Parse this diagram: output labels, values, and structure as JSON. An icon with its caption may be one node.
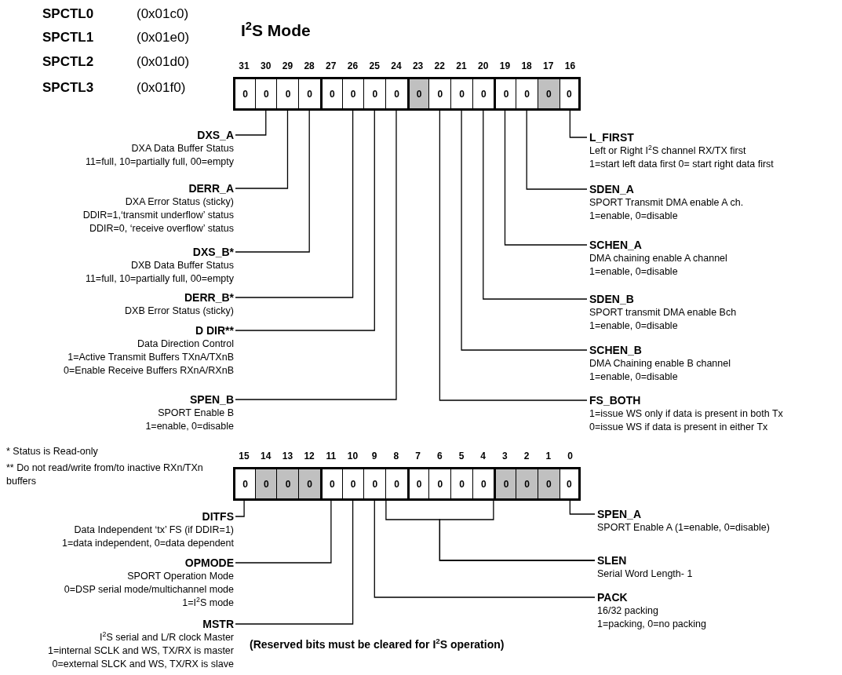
{
  "diagram": {
    "title": "I$^{2}$S Mode",
    "nodes": [
      {
        "text": [
          "0"
        ]
      },
      {
        "text": [
          "0"
        ]
      },
      {
        "text": [
          "0"
        ]
      },
      {
        "text": [
          "0"
        ]
      },
      {
        "text": [
          "0"
        ]
      },
      {
        "text": [
          "0"
        ]
      },
      {
        "text": [
          "0"
        ]
      },
      {
        "text": [
          "0"
        ]
      },
      {
        "text": [
          "0"
        ]
      },
      {
        "text": [
          "0"
        ]
      },
      {
        "text": [
          "0"
        ]
      },
      {
        "text": [
          "0"
        ]
      },
      {
        "text": [
          "0"
        ]
      },
      {
        "text": [
          "0"
        ]
      },
      {
        "text": [
          "0"
        ]
      },
      {
        "text": [
          "0"
        ]
      },
      {
        "text": [
          "0"
        ]
      },
      {
        "text": [
          "0"
        ]
      },
      {
        "text": [
          "0"
        ]
      },
      {
        "text": [
          "0"
        ]
      },
      {
        "text": [
          "0"
        ]
      },
      {
        "text": [
          "0"
        ]
      },
      {
        "text": [
          "0"
        ]
      },
      {
        "text": [
          "0"
        ]
      },
      {
        "text": [
          "0"
        ]
      },
      {
        "text": [
          "0"
        ]
      },
      {
        "text": [
          "0"
        ]
      },
      {
        "text": [
          "0"
        ]
      },
      {
        "text": [
          "0"
        ]
      },
      {
        "text": [
          "0"
        ]
      },
      {
        "text": [
          "0"
        ]
      },
      {
        "text": [
          "0"
        ]
      },
      {
        "text": [
          "DXS_A",
          "DXA Data Buffer Status",
          "11=full, 10=partially full, 00=empty"
        ]
      },
      {
        "text": [
          "L_FIRST",
          "Left or Right I$^{2}$S channel RX/TX first",
          "1=start left data first 0= start right data first"
        ]
      },
      {
        "text": [
          "DERR_A",
          "DXA Error Status (sticky)",
          "DDIR=1,‘transmit underflow’ status",
          "DDIR=0, ‘receive overflow’ status"
        ]
      },
      {
        "text": [
          "SDEN_A",
          "SPORT Transmit DMA enable A ch.",
          "1=enable, 0=disable"
        ]
      },
      {
        "text": [
          "DXS_B*",
          "DXB Data Buffer Status",
          "11=full, 10=partially full, 00=empty"
        ]
      },
      {
        "text": [
          "SCHEN_A",
          "DMA chaining enable A channel",
          "1=enable, 0=disable"
        ]
      },
      {
        "text": [
          "DERR_B*",
          "DXB Error Status (sticky)"
        ]
      },
      {
        "text": [
          "SDEN_B",
          "SPORT transmit DMA enable Bch",
          "1=enable, 0=disable"
        ]
      },
      {
        "text": [
          "D DIR**",
          "Data Direction Control",
          "1=Active Transmit Buffers TXnA/TXnB",
          "0=Enable Receive Buffers RXnA/RXnB"
        ]
      },
      {
        "text": [
          "SCHEN_B",
          "DMA Chaining enable B channel",
          "1=enable, 0=disable"
        ]
      },
      {
        "text": [
          "SPEN_B",
          "SPORT Enable B",
          "1=enable, 0=disable"
        ]
      },
      {
        "text": [
          "FS_BOTH",
          "1=issue WS only if data is present in both Tx",
          "0=issue WS if data is present in either Tx"
        ]
      },
      {
        "text": [
          "DITFS",
          "Data Independent ‘tx’ FS (if DDIR=1)",
          "1=data independent, 0=data dependent"
        ]
      },
      {
        "text": [
          "SPEN_A",
          "SPORT Enable A (1=enable, 0=disable)"
        ]
      },
      {
        "text": [
          "OPMODE",
          "SPORT Operation Mode",
          "0=DSP serial mode/multichannel mode",
          "1=I$^{2}$S mode"
        ]
      },
      {
        "text": [
          "SLEN",
          "Serial Word Length- 1"
        ]
      },
      {
        "text": [
          "MSTR",
          "I$^{2}$S serial and L/R clock Master",
          "1=internal SCLK and WS, TX/RX is master",
          "0=external SLCK and WS, TX/RX is slave"
        ]
      },
      {
        "text": [
          "PACK",
          "16/32 packing",
          "1=packing, 0=no packing"
        ]
      }
    ],
    "edges": [
      {
        "from": 32,
        "to": 1,
        "arrow": "none"
      },
      {
        "from": 33,
        "to": 15,
        "arrow": "none"
      },
      {
        "from": 34,
        "to": 2,
        "arrow": "none"
      },
      {
        "from": 35,
        "to": 13,
        "arrow": "none"
      },
      {
        "from": 36,
        "to": 3,
        "arrow": "none"
      },
      {
        "from": 37,
        "to": 12,
        "arrow": "none"
      },
      {
        "from": 38,
        "to": 5,
        "arrow": "none"
      },
      {
        "from": 39,
        "to": 11,
        "arrow": "none"
      },
      {
        "from": 40,
        "to": 6,
        "arrow": "none"
      },
      {
        "from": 41,
        "to": 10,
        "arrow": "none"
      },
      {
        "from": 42,
        "to": 7,
        "arrow": "none"
      },
      {
        "from": 43,
        "to": 9,
        "arrow": "none"
      },
      {
        "from": 44,
        "to": 16,
        "arrow": "none"
      },
      {
        "from": 45,
        "to": 31,
        "arrow": "none"
      },
      {
        "from": 46,
        "to": 20,
        "arrow": "none"
      },
      {
        "from": 47,
        "to": 23,
        "arrow": "none"
      },
      {
        "from": 47,
        "to": 27,
        "arrow": "none"
      },
      {
        "from": 48,
        "to": 21,
        "arrow": "none"
      },
      {
        "from": 49,
        "to": 22,
        "arrow": "none"
      }
    ],
    "labels": [
      "SPCTL0",
      "(0x01c0)",
      "SPCTL1",
      "(0x01e0)",
      "SPCTL2",
      "(0x01d0)",
      "SPCTL3",
      "(0x01f0)",
      "31",
      "30",
      "29",
      "28",
      "27",
      "26",
      "25",
      "24",
      "23",
      "22",
      "21",
      "20",
      "19",
      "18",
      "17",
      "16",
      "* Status is Read-only",
      "** Do not read/write from/to inactive RXn/TXn buffers",
      "15",
      "14",
      "13",
      "12",
      "11",
      "10",
      "9",
      "8",
      "7",
      "6",
      "5",
      "4",
      "3",
      "2",
      "1",
      "0",
      "(Reserved bits must be cleared for I$^{2}$S operation)"
    ]
  }
}
